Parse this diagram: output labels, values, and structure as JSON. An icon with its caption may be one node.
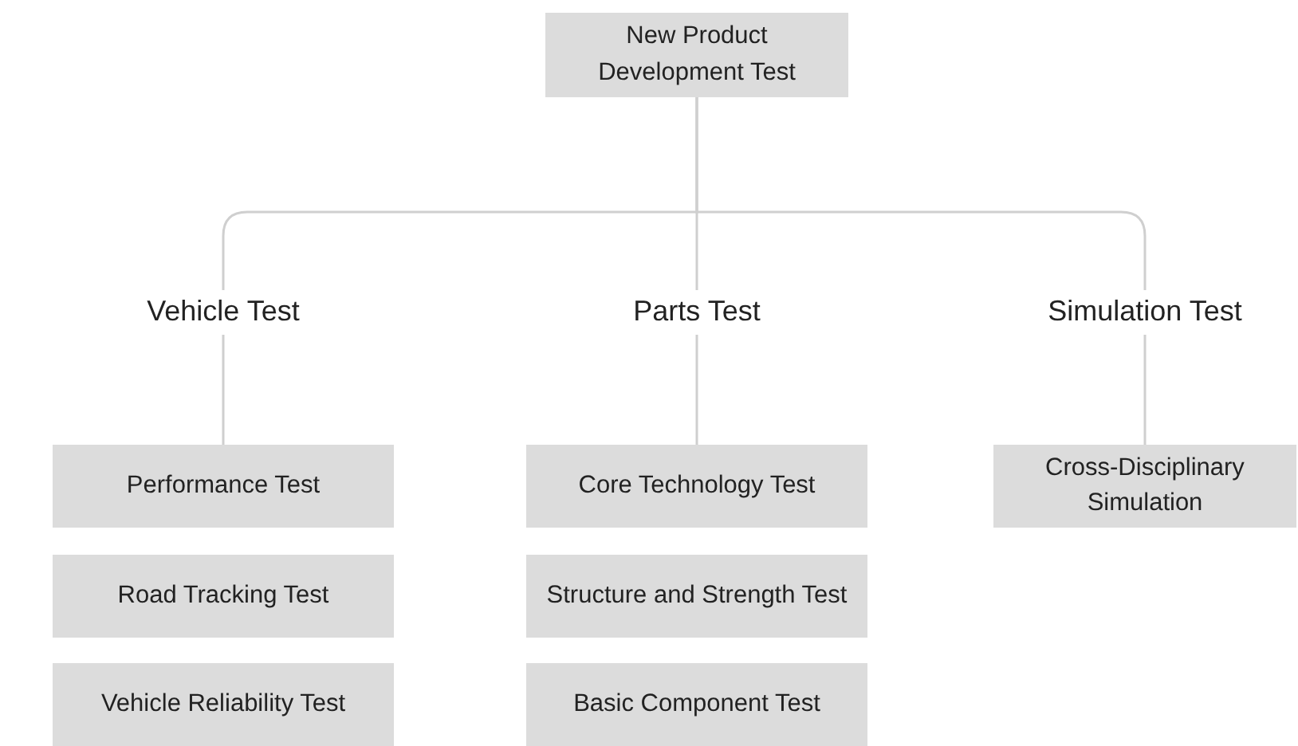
{
  "diagram": {
    "nodes": [
      {
        "text": [
          "New Product Development Test"
        ]
      },
      {
        "text": [
          "Vehicle Test"
        ]
      },
      {
        "text": [
          "Parts Test"
        ]
      },
      {
        "text": [
          "Simulation Test"
        ]
      },
      {
        "text": [
          "Performance Test"
        ]
      },
      {
        "text": [
          "Road Tracking Test"
        ]
      },
      {
        "text": [
          "Vehicle Reliability Test"
        ]
      },
      {
        "text": [
          "Core Technology Test"
        ]
      },
      {
        "text": [
          "Structure and Strength Test"
        ]
      },
      {
        "text": [
          "Basic Component Test"
        ]
      },
      {
        "text": [
          "Cross-Disciplinary Simulation"
        ]
      }
    ],
    "edges": [
      {
        "from": 0,
        "to": 1,
        "arrow": "none"
      },
      {
        "from": 0,
        "to": 2,
        "arrow": "none"
      },
      {
        "from": 0,
        "to": 3,
        "arrow": "none"
      },
      {
        "from": 1,
        "to": 4,
        "arrow": "none"
      },
      {
        "from": 2,
        "to": 7,
        "arrow": "none"
      },
      {
        "from": 3,
        "to": 10,
        "arrow": "none"
      }
    ]
  }
}
